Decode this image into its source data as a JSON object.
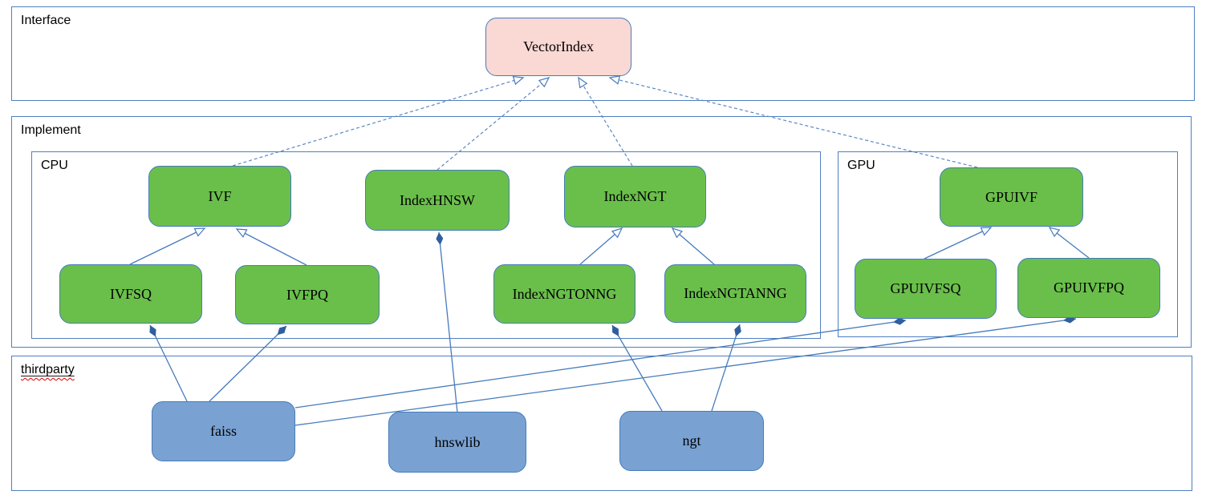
{
  "diagram": {
    "containers": {
      "interface": {
        "label": "Interface"
      },
      "implement": {
        "label": "Implement"
      },
      "cpu": {
        "label": "CPU"
      },
      "gpu": {
        "label": "GPU"
      },
      "thirdparty": {
        "label": "thirdparty",
        "spellcheck_squiggle": true
      }
    },
    "nodes": {
      "vectorindex": {
        "label": "VectorIndex",
        "group": "interface"
      },
      "ivf": {
        "label": "IVF",
        "group": "cpu"
      },
      "indexhnsw": {
        "label": "IndexHNSW",
        "group": "cpu"
      },
      "indexngt": {
        "label": "IndexNGT",
        "group": "cpu"
      },
      "ivfsq": {
        "label": "IVFSQ",
        "group": "cpu"
      },
      "ivfpq": {
        "label": "IVFPQ",
        "group": "cpu"
      },
      "indexngtonng": {
        "label": "IndexNGTONNG",
        "group": "cpu"
      },
      "indexngtanng": {
        "label": "IndexNGTANNG",
        "group": "cpu"
      },
      "gpuivf": {
        "label": "GPUIVF",
        "group": "gpu"
      },
      "gpuivfsq": {
        "label": "GPUIVFSQ",
        "group": "gpu"
      },
      "gpuivfpq": {
        "label": "GPUIVFPQ",
        "group": "gpu"
      },
      "faiss": {
        "label": "faiss",
        "group": "thirdparty"
      },
      "hnswlib": {
        "label": "hnswlib",
        "group": "thirdparty"
      },
      "ngt": {
        "label": "ngt",
        "group": "thirdparty"
      }
    },
    "edges": [
      {
        "from": "ivf",
        "to": "vectorindex",
        "type": "generalization-dashed"
      },
      {
        "from": "indexhnsw",
        "to": "vectorindex",
        "type": "generalization-dashed"
      },
      {
        "from": "indexngt",
        "to": "vectorindex",
        "type": "generalization-dashed"
      },
      {
        "from": "gpuivf",
        "to": "vectorindex",
        "type": "generalization-dashed"
      },
      {
        "from": "ivfsq",
        "to": "ivf",
        "type": "generalization"
      },
      {
        "from": "ivfpq",
        "to": "ivf",
        "type": "generalization"
      },
      {
        "from": "indexngtonng",
        "to": "indexngt",
        "type": "generalization"
      },
      {
        "from": "indexngtanng",
        "to": "indexngt",
        "type": "generalization"
      },
      {
        "from": "gpuivfsq",
        "to": "gpuivf",
        "type": "generalization"
      },
      {
        "from": "gpuivfpq",
        "to": "gpuivf",
        "type": "generalization"
      },
      {
        "from": "faiss",
        "to": "ivfsq",
        "type": "composition"
      },
      {
        "from": "faiss",
        "to": "ivfpq",
        "type": "composition"
      },
      {
        "from": "faiss",
        "to": "gpuivfsq",
        "type": "composition"
      },
      {
        "from": "faiss",
        "to": "gpuivfpq",
        "type": "composition"
      },
      {
        "from": "hnswlib",
        "to": "indexhnsw",
        "type": "composition"
      },
      {
        "from": "ngt",
        "to": "indexngtonng",
        "type": "composition"
      },
      {
        "from": "ngt",
        "to": "indexngtanng",
        "type": "composition"
      }
    ],
    "colors": {
      "green": "#6abf4b",
      "pink": "#fad8d4",
      "blue": "#79a2d3",
      "node-border": "#467bbb",
      "container-border": "#4f7fc1",
      "edge": "#467bbb",
      "edge-dashed": "#5b86c4",
      "diamond": "#2f5f9e",
      "squiggle": "#e00000",
      "text": "#000000"
    }
  }
}
